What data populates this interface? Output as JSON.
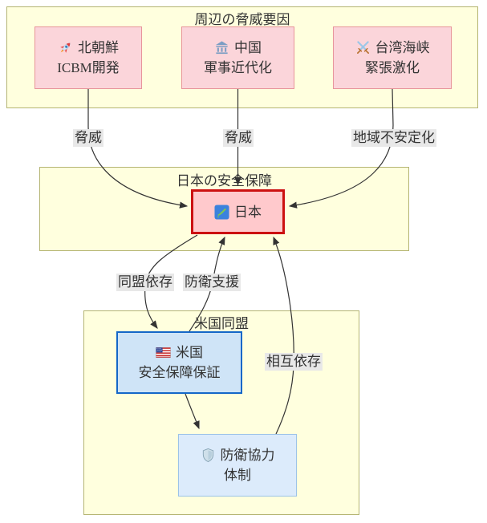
{
  "diagram": {
    "clusters": {
      "threats": {
        "title": "周辺の脅威要因"
      },
      "jpsec": {
        "title": "日本の安全保障"
      },
      "alliance": {
        "title": "米国同盟"
      }
    },
    "nodes": {
      "north_korea": {
        "icon": "rocket-icon",
        "line1": "北朝鮮",
        "line2": "ICBM開発"
      },
      "china": {
        "icon": "bank-icon",
        "line1": "中国",
        "line2": "軍事近代化"
      },
      "taiwan": {
        "icon": "crossed-swords-icon",
        "line1": "台湾海峡",
        "line2": "緊張激化"
      },
      "japan": {
        "icon": "japan-map-icon",
        "line1": "日本"
      },
      "usa": {
        "icon": "us-flag-icon",
        "line1": "米国",
        "line2": "安全保障保証"
      },
      "defense": {
        "icon": "shield-icon",
        "line1": "防衛協力",
        "line2": "体制"
      }
    },
    "edge_labels": {
      "threat1": "脅威",
      "threat2": "脅威",
      "destabilization": "地域不安定化",
      "alliance_dependence": "同盟依存",
      "defense_support": "防衛支援",
      "mutual_dependence": "相互依存"
    },
    "colors": {
      "cluster_fill": "#ffffde",
      "cluster_border": "#b5b573",
      "threat_fill": "#fbd5da",
      "threat_border": "#e8959b",
      "japan_fill": "#ffc9cc",
      "japan_border": "#cc1111",
      "usa_fill": "#cfe4f7",
      "usa_border": "#1467c8",
      "defense_fill": "#dcebfb",
      "defense_border": "#9cc3e8",
      "edge_line": "#333333",
      "edge_label_bg": "#e8e8e8"
    }
  }
}
